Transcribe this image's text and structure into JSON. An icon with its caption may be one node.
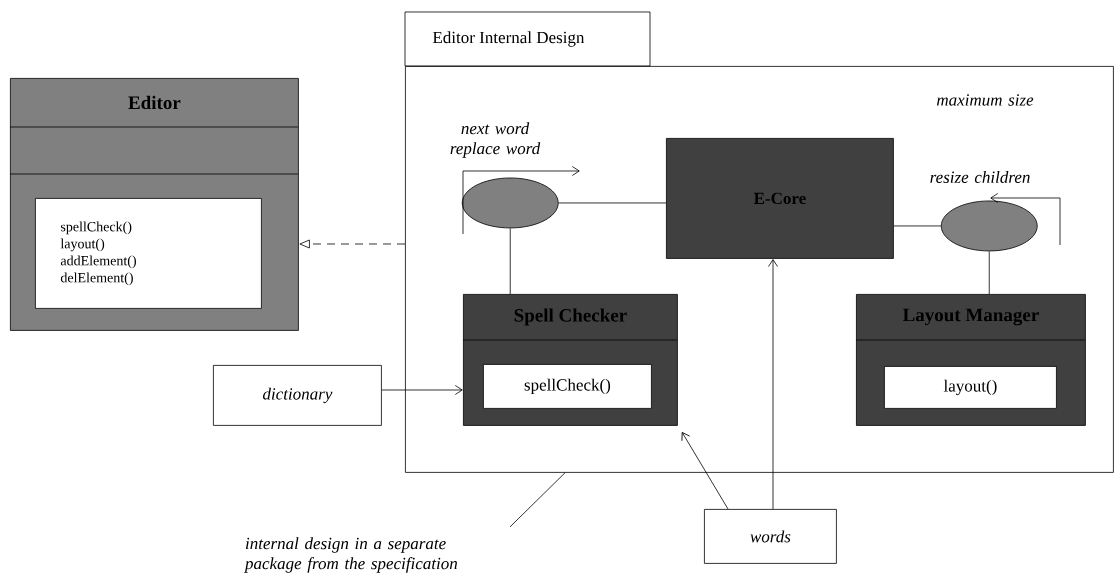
{
  "diagram": {
    "nodes": [
      {
        "text": [
          "Editor"
        ]
      },
      {
        "text": [
          "spellCheck()",
          "layout()",
          "addElement()",
          "delElement()"
        ],
        "in": 0
      },
      {
        "text": [
          "Editor Internal Design"
        ]
      },
      {
        "text": [],
        "shape": "ellipse",
        "in": 2
      },
      {
        "text": [
          "E-Core"
        ],
        "in": 2
      },
      {
        "text": [],
        "shape": "ellipse",
        "in": 2
      },
      {
        "text": [
          "Spell Checker"
        ],
        "in": 2
      },
      {
        "text": [
          "spellCheck()"
        ],
        "in": 6
      },
      {
        "text": [
          "Layout Manager"
        ],
        "in": 2
      },
      {
        "text": [
          "layout()"
        ],
        "in": 8
      },
      {
        "text": [
          "dictionary"
        ]
      },
      {
        "text": [
          "words"
        ]
      },
      {
        "text": [
          "internal design in a separate package from the specification"
        ]
      }
    ],
    "edges": [
      {
        "from": 2,
        "to": 0,
        "arrow": "to",
        "style": "dashed"
      },
      {
        "from": 3,
        "to": 4,
        "arrow": "none"
      },
      {
        "from": 3,
        "to": 6,
        "arrow": "none"
      },
      {
        "from": 4,
        "to": 5,
        "arrow": "none"
      },
      {
        "from": 5,
        "to": 8,
        "arrow": "none"
      },
      {
        "from": 10,
        "to": 6,
        "arrow": "to"
      },
      {
        "from": 11,
        "to": 6,
        "arrow": "to"
      },
      {
        "from": 11,
        "to": 4,
        "arrow": "to"
      },
      {
        "from": 12,
        "to": 2,
        "arrow": "none"
      }
    ],
    "labels": [
      "maximum size",
      "next word replace word",
      "resize children"
    ]
  }
}
